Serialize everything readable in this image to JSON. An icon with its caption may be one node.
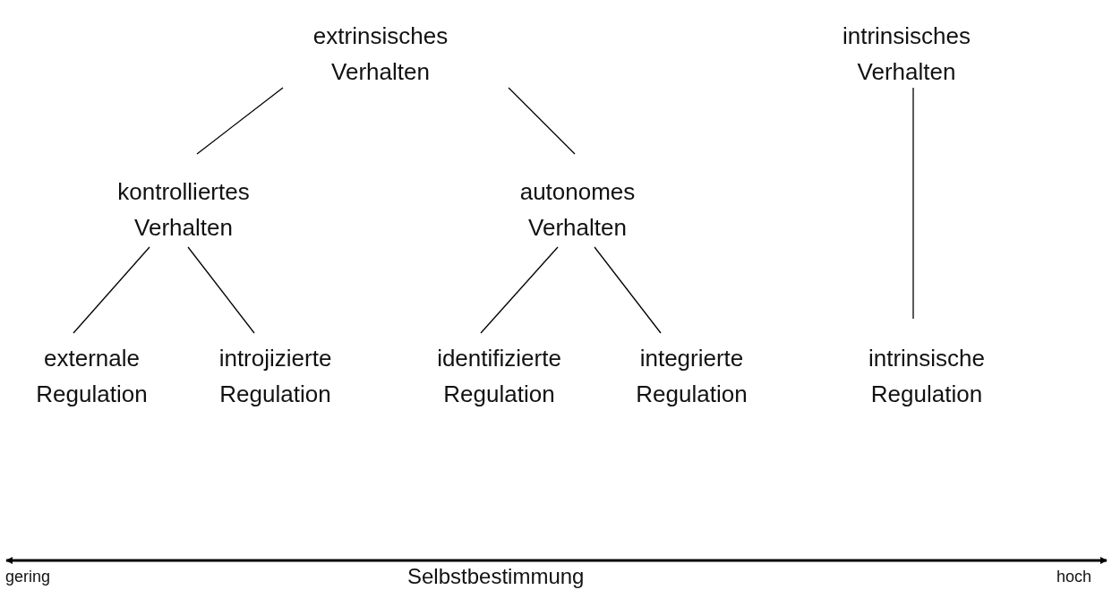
{
  "diagram": {
    "nodes": [
      {
        "text": [
          "extrinsisches Verhalten"
        ]
      },
      {
        "text": [
          "intrinsisches Verhalten"
        ]
      },
      {
        "text": [
          "kontrolliertes Verhalten"
        ]
      },
      {
        "text": [
          "autonomes Verhalten"
        ]
      },
      {
        "text": [
          "externale Regulation"
        ]
      },
      {
        "text": [
          "introjizierte Regulation"
        ]
      },
      {
        "text": [
          "identifizierte Regulation"
        ]
      },
      {
        "text": [
          "integrierte Regulation"
        ]
      },
      {
        "text": [
          "intrinsische Regulation"
        ]
      }
    ],
    "edges": [
      {
        "from": 0,
        "to": 2,
        "arrow": "none"
      },
      {
        "from": 0,
        "to": 3,
        "arrow": "none"
      },
      {
        "from": 2,
        "to": 4,
        "arrow": "none"
      },
      {
        "from": 2,
        "to": 5,
        "arrow": "none"
      },
      {
        "from": 3,
        "to": 6,
        "arrow": "none"
      },
      {
        "from": 3,
        "to": 7,
        "arrow": "none"
      },
      {
        "from": 1,
        "to": 8,
        "arrow": "none"
      }
    ],
    "labels": [
      "gering",
      "Selbstbestimmung",
      "hoch"
    ]
  }
}
